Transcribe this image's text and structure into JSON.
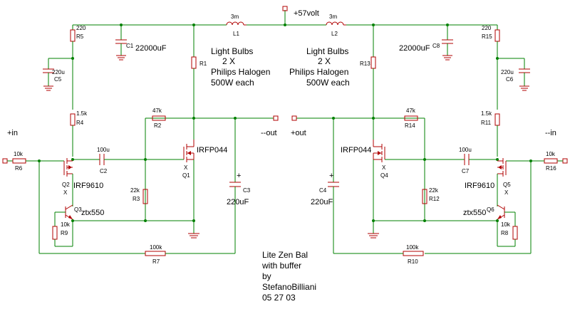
{
  "title": {
    "line1": "Lite Zen Bal",
    "line2": "with buffer",
    "line3": "by",
    "line4": "StefanoBilliani",
    "line5": "05 27 03"
  },
  "supply": "+57volt",
  "inductors": [
    {
      "ref": "L1",
      "value": "3m"
    },
    {
      "ref": "L2",
      "value": "3m"
    }
  ],
  "load_left": [
    "Light Bulbs",
    "2 X",
    "Philips Halogen",
    "500W each"
  ],
  "load_right": [
    "Light Bulbs",
    "2 X",
    "Philips Halogen",
    "500W each"
  ],
  "ports": {
    "in_pos": "+in",
    "in_neg": "--in",
    "out_pos": "+out",
    "out_neg": "--out"
  },
  "left": {
    "R5": "R5",
    "R5v": "220",
    "C1": "C1",
    "C1v": "22000uF",
    "R1": "R1",
    "C5": "C5",
    "C5v": "220u",
    "R4": "R4",
    "R4v": "1.5k",
    "R2": "R2",
    "R2v": "47k",
    "C2": "C2",
    "C2v": "100u",
    "R6": "R6",
    "R6v": "10k",
    "Q1": "Q1",
    "Q1x": "X",
    "Q1v": "IRFP044",
    "Q2": "Q2",
    "Q2x": "X",
    "Q2v": "IRF9610",
    "Q3": "Q3",
    "Q3v": "ztx550",
    "R3": "R3",
    "R3v": "22k",
    "R9": "R9",
    "R9v": "10k",
    "C3": "C3",
    "C3v": "220uF",
    "C3pol": "+",
    "R7": "R7",
    "R7v": "100k"
  },
  "right": {
    "R15": "R15",
    "R15v": "220",
    "C8": "C8",
    "C8v": "22000uF",
    "R13": "R13",
    "C6": "C6",
    "C6v": "220u",
    "R11": "R11",
    "R11v": "1.5k",
    "R14": "R14",
    "R14v": "47k",
    "C7": "C7",
    "C7v": "100u",
    "R16": "R16",
    "R16v": "10k",
    "Q4": "Q4",
    "Q4x": "X",
    "Q4v": "IRFP044",
    "Q5": "Q5",
    "Q5x": "X",
    "Q5v": "IRF9610",
    "Q6": "Q6",
    "Q6v": "ztx550",
    "R12": "R12",
    "R12v": "22k",
    "R8": "R8",
    "R8v": "10k",
    "C4": "C4",
    "C4v": "220uF",
    "C4pol": "+",
    "R10": "R10",
    "R10v": "100k"
  }
}
